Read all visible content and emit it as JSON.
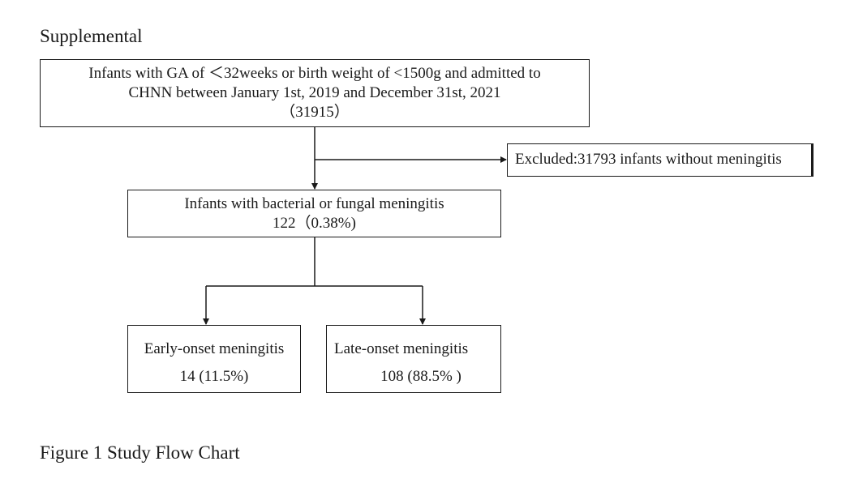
{
  "heading": "Supplemental",
  "nodes": {
    "enrolled": {
      "lines": [
        "Infants with GA of ＜32weeks or birth weight of <1500g and admitted to",
        "CHNN between January 1st, 2019 and December 31st, 2021",
        "（31915）"
      ]
    },
    "excluded": {
      "lines": [
        "Excluded:31793 infants without meningitis"
      ]
    },
    "meningitis": {
      "lines": [
        "Infants with bacterial or fungal meningitis",
        "122（0.38%)"
      ]
    },
    "early_onset": {
      "label": "Early-onset meningitis",
      "count": "14 (11.5%)"
    },
    "late_onset": {
      "label": "Late-onset meningitis",
      "count": "108 (88.5% )"
    }
  },
  "caption": "Figure 1 Study Flow Chart",
  "colors": {
    "line": "#1a1a1a",
    "background": "#ffffff"
  }
}
